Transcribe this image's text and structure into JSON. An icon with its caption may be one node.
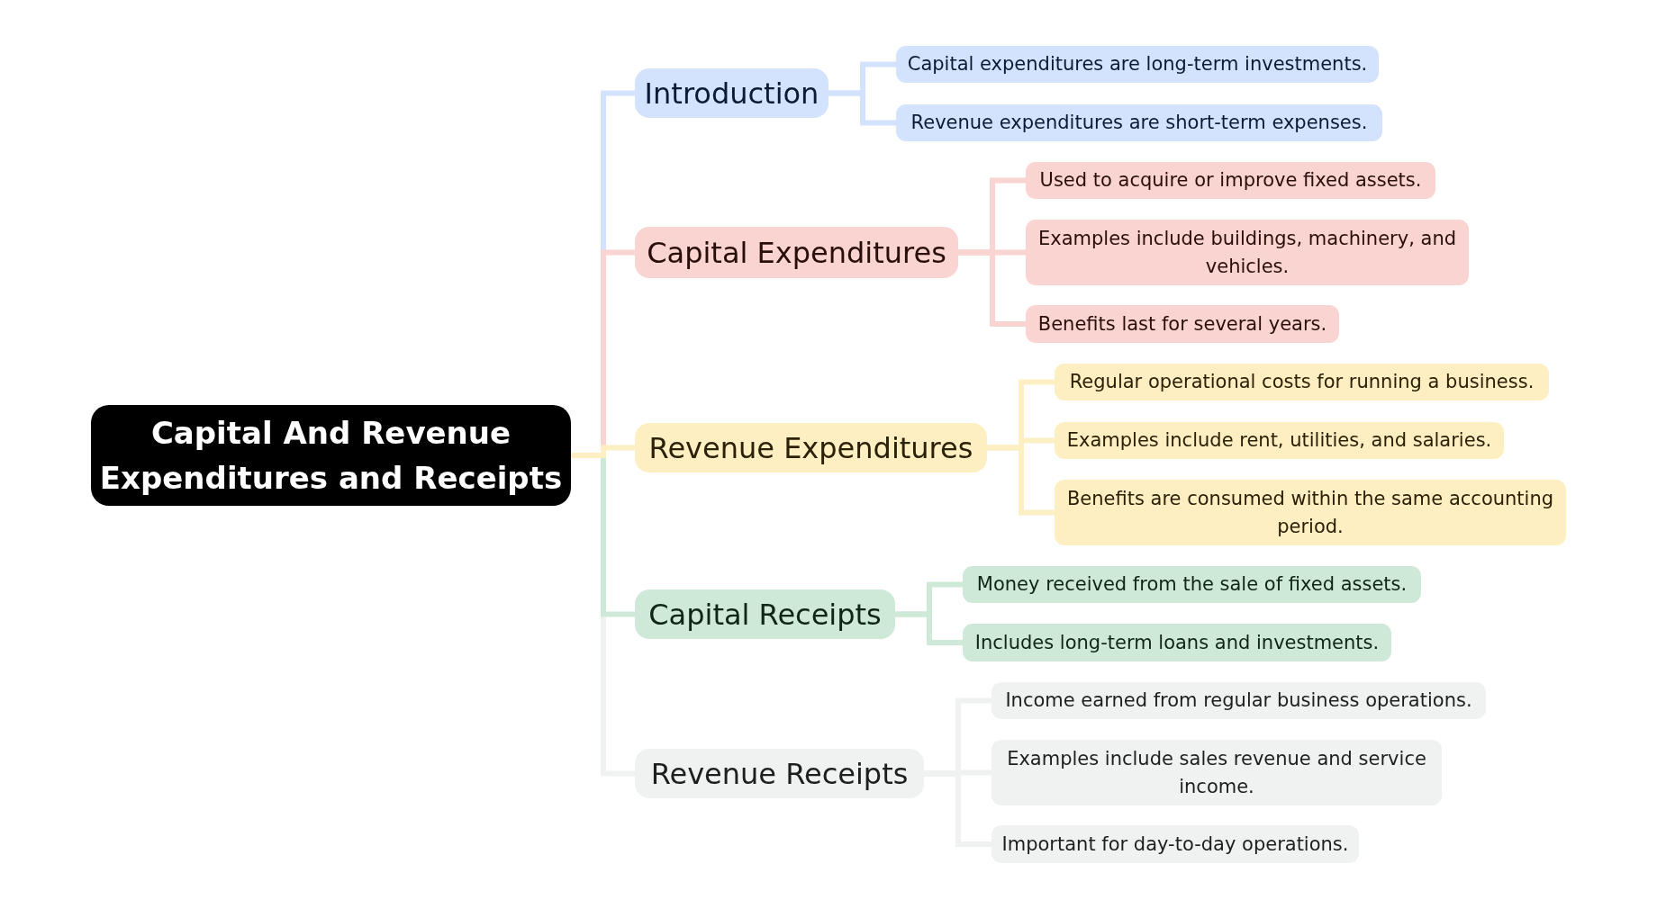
{
  "diagram": {
    "nodes": [
      {
        "text": [
          "Capital And Revenue Expenditures and Receipts"
        ]
      },
      {
        "text": [
          "Introduction"
        ]
      },
      {
        "text": [
          "Capital expenditures are long-term investments."
        ]
      },
      {
        "text": [
          "Revenue expenditures are short-term expenses."
        ]
      },
      {
        "text": [
          "Capital Expenditures"
        ]
      },
      {
        "text": [
          "Used to acquire or improve fixed assets."
        ]
      },
      {
        "text": [
          "Examples include buildings, machinery, and vehicles."
        ]
      },
      {
        "text": [
          "Benefits last for several years."
        ]
      },
      {
        "text": [
          "Revenue Expenditures"
        ]
      },
      {
        "text": [
          "Regular operational costs for running a business."
        ]
      },
      {
        "text": [
          "Examples include rent, utilities, and salaries."
        ]
      },
      {
        "text": [
          "Benefits are consumed within the same accounting period."
        ]
      },
      {
        "text": [
          "Capital Receipts"
        ]
      },
      {
        "text": [
          "Money received from the sale of fixed assets."
        ]
      },
      {
        "text": [
          "Includes long-term loans and investments."
        ]
      },
      {
        "text": [
          "Revenue Receipts"
        ]
      },
      {
        "text": [
          "Income earned from regular business operations."
        ]
      },
      {
        "text": [
          "Examples include sales revenue and service income."
        ]
      },
      {
        "text": [
          "Important for day-to-day operations."
        ]
      }
    ],
    "edges": [
      {
        "from": 0,
        "to": 1,
        "arrow": "none",
        "color": "#d3e3fd"
      },
      {
        "from": 1,
        "to": 2,
        "arrow": "none",
        "color": "#d3e3fd"
      },
      {
        "from": 1,
        "to": 3,
        "arrow": "none",
        "color": "#d3e3fd"
      },
      {
        "from": 0,
        "to": 4,
        "arrow": "none",
        "color": "#fad4d0"
      },
      {
        "from": 4,
        "to": 5,
        "arrow": "none",
        "color": "#fad4d0"
      },
      {
        "from": 4,
        "to": 6,
        "arrow": "none",
        "color": "#fad4d0"
      },
      {
        "from": 4,
        "to": 7,
        "arrow": "none",
        "color": "#fad4d0"
      },
      {
        "from": 0,
        "to": 8,
        "arrow": "none",
        "color": "#feefc3"
      },
      {
        "from": 8,
        "to": 9,
        "arrow": "none",
        "color": "#feefc3"
      },
      {
        "from": 8,
        "to": 10,
        "arrow": "none",
        "color": "#feefc3"
      },
      {
        "from": 8,
        "to": 11,
        "arrow": "none",
        "color": "#feefc3"
      },
      {
        "from": 0,
        "to": 12,
        "arrow": "none",
        "color": "#cfe9d8"
      },
      {
        "from": 12,
        "to": 13,
        "arrow": "none",
        "color": "#cfe9d8"
      },
      {
        "from": 12,
        "to": 14,
        "arrow": "none",
        "color": "#cfe9d8"
      },
      {
        "from": 0,
        "to": 15,
        "arrow": "none",
        "color": "#f0f2f1"
      },
      {
        "from": 15,
        "to": 16,
        "arrow": "none",
        "color": "#f0f2f1"
      },
      {
        "from": 15,
        "to": 17,
        "arrow": "none",
        "color": "#f0f2f1"
      },
      {
        "from": 15,
        "to": 18,
        "arrow": "none",
        "color": "#f0f2f1"
      }
    ]
  }
}
